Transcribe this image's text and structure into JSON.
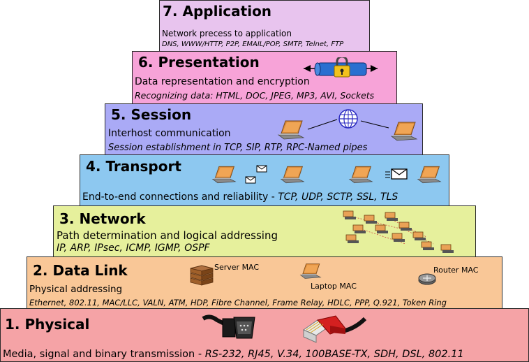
{
  "layers": {
    "application": {
      "title": "7. Application",
      "desc": "Network precess to application",
      "protocols": "DNS, WWW/HTTP, P2P, EMAIL/POP, SMTP, Telnet, FTP",
      "color": "#e8c4ee"
    },
    "presentation": {
      "title": "6. Presentation",
      "desc": "Data representation and encryption",
      "protocols": "Recognizing data: HTML, DOC, JPEG, MP3, AVI, Sockets",
      "color": "#f7a3d8"
    },
    "session": {
      "title": "5. Session",
      "desc": "Interhost communication",
      "protocols": "Session establishment in TCP, SIP, RTP, RPC-Named pipes",
      "color": "#aaaaf6"
    },
    "transport": {
      "title": "4. Transport",
      "desc": "End-to-end connections and reliability - ",
      "protocols": "TCP, UDP, SCTP, SSL, TLS",
      "color": "#8dc8f0"
    },
    "network": {
      "title": "3. Network",
      "desc": "Path determination and logical addressing",
      "protocols": "IP, ARP, IPsec, ICMP, IGMP, OSPF",
      "color": "#e6f09c"
    },
    "datalink": {
      "title": "2. Data Link",
      "desc": "Physical addressing",
      "protocols": "Ethernet, 802.11, MAC/LLC, VALN, ATM, HDP, Fibre Channel, Frame Relay, HDLC, PPP, Q.921, Token Ring",
      "color": "#f9c797",
      "labels": {
        "server_mac": "Server MAC",
        "laptop_mac": "Laptop MAC",
        "router_mac": "Router MAC"
      }
    },
    "physical": {
      "title": "1. Physical",
      "desc": "Media, signal and binary transmission - ",
      "protocols": "RS-232, RJ45, V.34, 100BASE-TX, SDH, DSL, 802.11",
      "color": "#f5a3a6"
    }
  },
  "icons": [
    "padlock-icon",
    "globe-icon",
    "laptop-icon",
    "envelope-icon",
    "network-topology-icon",
    "server-rack-icon",
    "router-icon",
    "serial-connector-icon",
    "rj45-connector-icon"
  ]
}
